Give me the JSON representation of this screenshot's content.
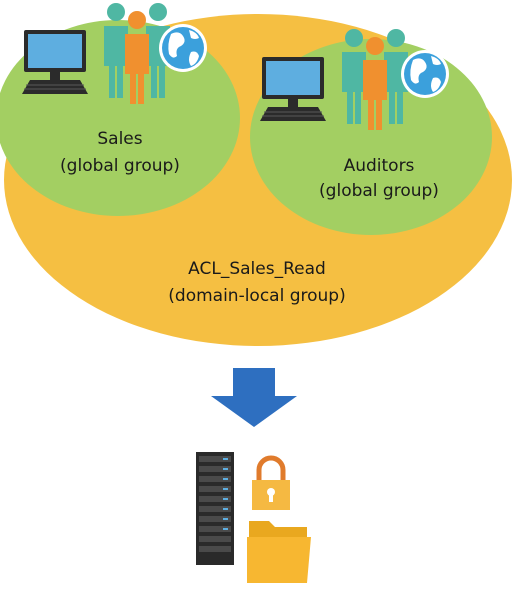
{
  "diagram": {
    "domain_local_group": {
      "name": "ACL_Sales_Read",
      "type_label": "(domain-local group)",
      "color": "#F5BF42"
    },
    "global_groups": [
      {
        "name": "Sales",
        "type_label": "(global group)",
        "color": "#A3CF62"
      },
      {
        "name": "Auditors",
        "type_label": "(global group)",
        "color": "#A3CF62"
      }
    ],
    "arrow_color": "#2E6FC0",
    "resource_icons": [
      "server-rack-icon",
      "padlock-icon",
      "folder-icon"
    ],
    "member_icons": [
      "computer-icon",
      "people-group-icon",
      "globe-icon"
    ],
    "colors": {
      "person_teal": "#4FB7A3",
      "person_orange": "#F0902F",
      "monitor_screen": "#5EAEE0",
      "globe": "#3BA0DC",
      "lock": "#E07B2C",
      "lock_body": "#F5B942",
      "folder": "#F7B731"
    }
  }
}
